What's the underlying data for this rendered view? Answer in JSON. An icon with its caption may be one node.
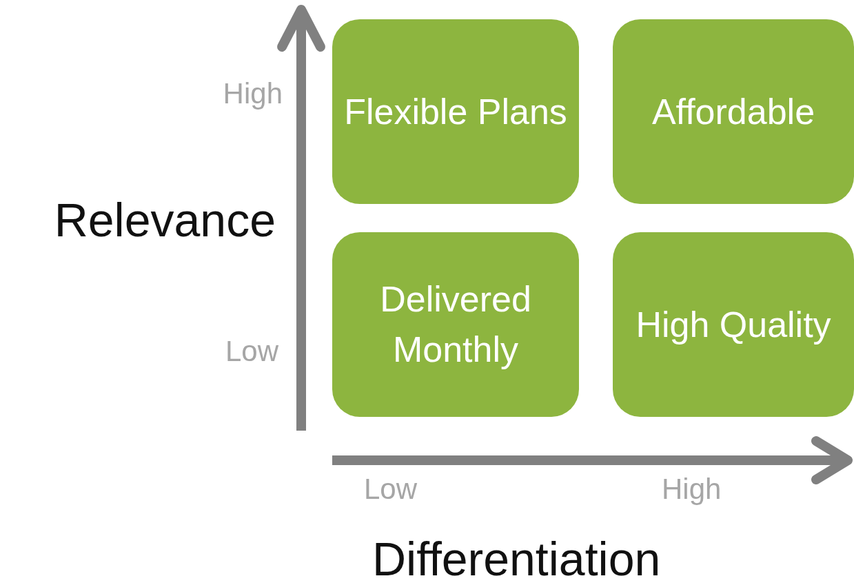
{
  "diagram": {
    "nodes": [
      {
        "text": [
          "Flexible Plans"
        ]
      },
      {
        "text": [
          "Affordable"
        ]
      },
      {
        "text": [
          "Delivered Monthly"
        ]
      },
      {
        "text": [
          "High Quality"
        ]
      }
    ],
    "labels": [
      "High",
      "Relevance",
      "Low",
      "Low",
      "High",
      "Differentiation"
    ]
  }
}
